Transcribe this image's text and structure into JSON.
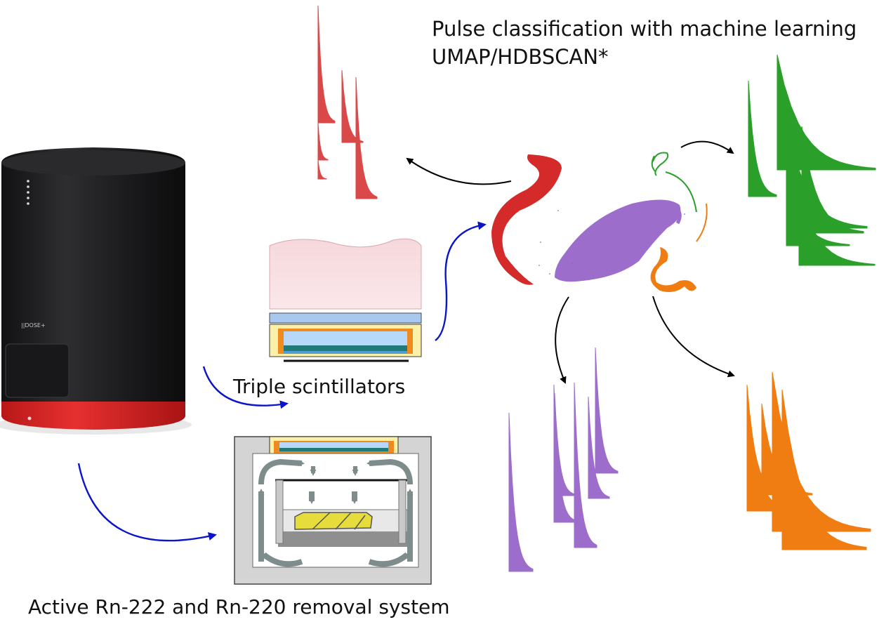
{
  "labels": {
    "title_line_1": "Pulse classification with machine learning",
    "title_line_2": "UMAP/HDBSCAN*",
    "scintillators": "Triple scintillators",
    "removal_system": "Active Rn-222 and Rn-220 removal system",
    "device_brand": "||DOSE+"
  },
  "colors": {
    "red": "#d42a2a",
    "green": "#2aa02a",
    "purple": "#9d6dcc",
    "orange": "#f07d12",
    "blue_arrow": "#0a14c8",
    "black_arrow": "#000000",
    "device_body": "#1c1c1e",
    "device_base": "#e02424"
  },
  "icons": {
    "device": "radon-detector-device-icon",
    "scintillator_stack": "triple-scintillator-stack-icon",
    "removal_chamber": "rn-removal-chamber-icon",
    "cluster_map": "umap-cluster-scatter-icon"
  }
}
